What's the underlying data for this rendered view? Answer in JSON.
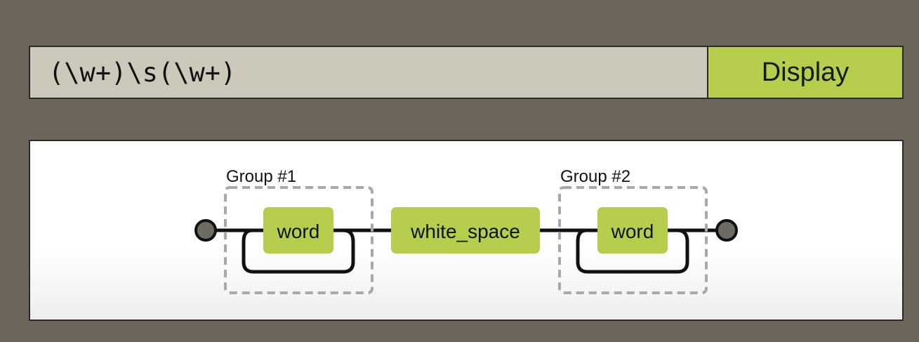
{
  "regex_input": {
    "value": "(\\w+)\\s(\\w+)"
  },
  "display_button": {
    "label": "Display"
  },
  "diagram": {
    "groups": [
      {
        "label": "Group #1",
        "node": "word"
      },
      {
        "label": "Group #2",
        "node": "word"
      }
    ],
    "middle_node": "white_space"
  },
  "colors": {
    "background": "#6b655a",
    "input_background": "#ccc9bb",
    "accent_green": "#b6cd4e",
    "terminal_fill": "#6e6b62",
    "group_dash": "#a8a8a8"
  }
}
